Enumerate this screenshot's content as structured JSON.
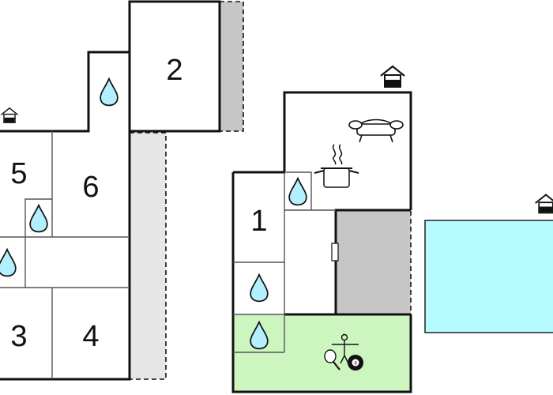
{
  "rooms": {
    "r1": "1",
    "r2": "2",
    "r3": "3",
    "r4": "4",
    "r5": "5",
    "r6": "6"
  },
  "colors": {
    "wall": "#111111",
    "terrace": "#c6c6c6",
    "terrace_light": "#e6e6e6",
    "garage": "#c6c6c6",
    "games_room": "#ccf5c0",
    "pool": "#b5fbff",
    "water_drop": "#b3f0ff"
  },
  "icons": {
    "sofa": "sofa-icon",
    "cooking_pot": "cooking-pot-icon",
    "table_football": "table-football-icon",
    "ping_pong": "ping-pong-icon",
    "billiard_ball": "billiard-ball-icon",
    "floor_marker": "floor-level-icon",
    "bathroom": "water-drop-icon"
  }
}
